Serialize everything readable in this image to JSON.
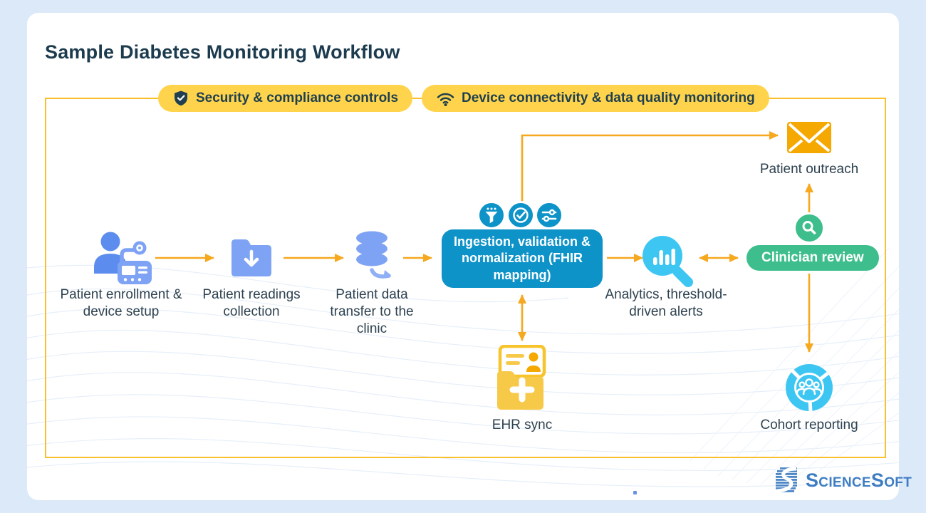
{
  "title": "Sample Diabetes Monitoring Workflow",
  "badges": [
    {
      "icon": "shield-check-icon",
      "label": "Security & compliance controls"
    },
    {
      "icon": "wifi-icon",
      "label": "Device connectivity & data quality monitoring"
    }
  ],
  "flow": {
    "enrollment": {
      "icon": "patient-device-icon",
      "label": "Patient enrollment & device setup"
    },
    "readings": {
      "icon": "folder-download-icon",
      "label": "Patient readings collection"
    },
    "transfer": {
      "icon": "database-transfer-icon",
      "label": "Patient data transfer to the clinic"
    },
    "ingestion": {
      "icons": [
        "filter-icon",
        "check-circle-icon",
        "sliders-icon"
      ],
      "label": "Ingestion, validation & normalization (FHIR mapping)"
    },
    "analytics": {
      "icon": "analytics-magnifier-icon",
      "label": "Analytics, threshold-driven alerts"
    },
    "clinician": {
      "icon": "magnifier-icon",
      "label": "Clinician review"
    },
    "outreach": {
      "icon": "envelope-icon",
      "label": "Patient outreach"
    },
    "cohort": {
      "icon": "cohort-chart-icon",
      "label": "Cohort reporting"
    },
    "ehr": {
      "icon": "ehr-folder-icon",
      "label": "EHR sync"
    }
  },
  "branding": {
    "name": "ScienceSoft"
  },
  "colors": {
    "page_bg": "#dce9f8",
    "frame_border": "#fbc02d",
    "badge_bg": "#ffd44c",
    "arrow": "#f6a81f",
    "process_blue": "#0e93c9",
    "node_blue": "#7fa3f4",
    "light_blue": "#3ec6f3",
    "green": "#3dbe8c",
    "orange": "#f5a800",
    "folder_yellow": "#f7c948",
    "text_dark": "#2e4250",
    "logo_blue": "#3e7dc2"
  }
}
